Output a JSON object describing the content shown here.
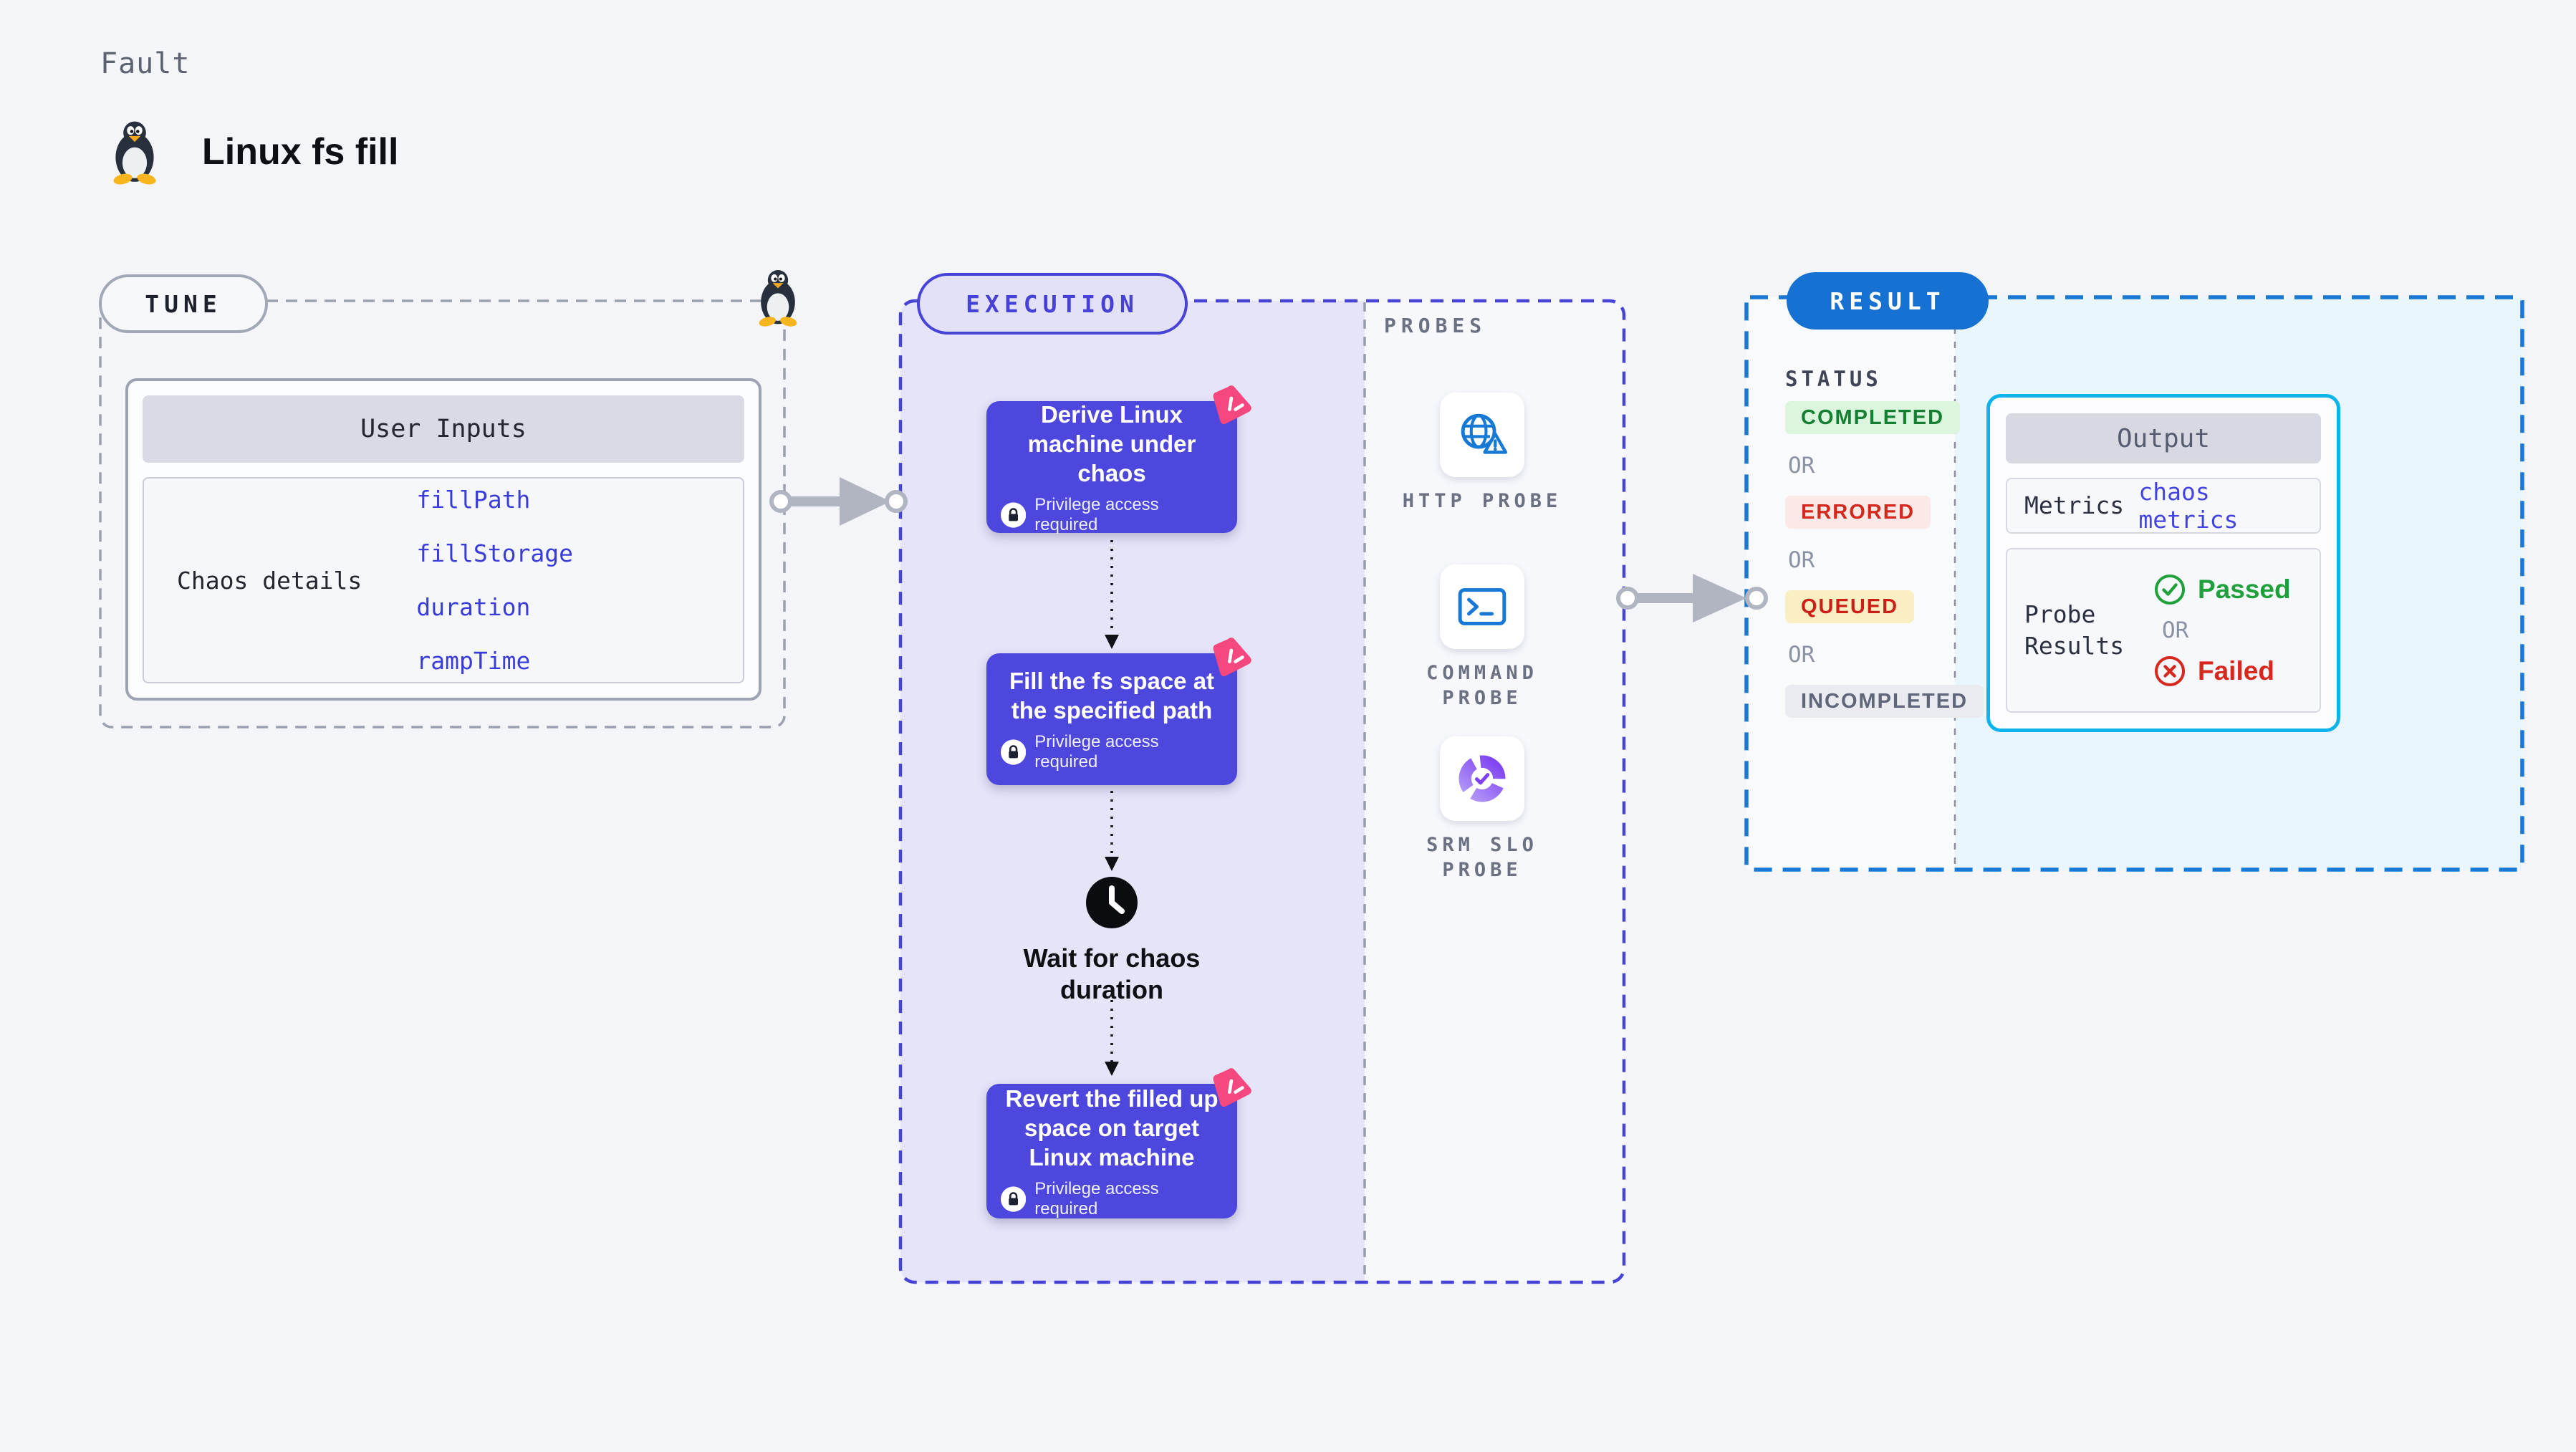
{
  "page": {
    "background": "#f3f5f9"
  },
  "header": {
    "eyebrow": "Fault",
    "title": "Linux fs fill",
    "title_icon": "tux-penguin-icon"
  },
  "tune": {
    "badge": "TUNE",
    "corner_icon": "tux-penguin-icon",
    "user_inputs": {
      "title": "User Inputs",
      "row_label": "Chaos details",
      "params": [
        "fillPath",
        "fillStorage",
        "duration",
        "rampTime"
      ],
      "param_color": "#3a3cd9"
    }
  },
  "execution": {
    "badge": "EXECUTION",
    "accent": "#4843d7",
    "card_color": "#4e47dd",
    "privilege_label": "Privilege access required",
    "steps": [
      {
        "title": "Derive Linux machine under chaos"
      },
      {
        "title": "Fill the fs space at the specified path"
      },
      {
        "title": "Revert the filled up space on target Linux machine"
      }
    ],
    "wait_step": {
      "label": "Wait for chaos duration",
      "icon": "clock-icon"
    }
  },
  "probes": {
    "title": "PROBES",
    "items": [
      {
        "label": "HTTP PROBE",
        "icon": "globe-warning-icon"
      },
      {
        "label": "COMMAND\nPROBE",
        "icon": "terminal-icon"
      },
      {
        "label": "SRM SLO\nPROBE",
        "icon": "slo-donut-check-icon"
      }
    ]
  },
  "result": {
    "badge": "RESULT",
    "accent": "#1778d5",
    "status_title": "STATUS",
    "or_label": "OR",
    "statuses": [
      {
        "label": "COMPLETED",
        "fg": "#157f33",
        "bg": "#dcf5dd"
      },
      {
        "label": "ERRORED",
        "fg": "#d2281e",
        "bg": "#fbe9e8"
      },
      {
        "label": "QUEUED",
        "fg": "#ca2017",
        "bg": "#faeec3"
      },
      {
        "label": "INCOMPLETED",
        "fg": "#5f6679",
        "bg": "#eaebf1"
      }
    ],
    "output": {
      "title": "Output",
      "metrics_label": "Metrics",
      "metrics_value": "chaos metrics",
      "metrics_value_color": "#4443e2",
      "probe_results_label": "Probe Results",
      "passed": {
        "label": "Passed",
        "color": "#1ea03a"
      },
      "or_label": "OR",
      "failed": {
        "label": "Failed",
        "color": "#d7281e"
      }
    }
  }
}
